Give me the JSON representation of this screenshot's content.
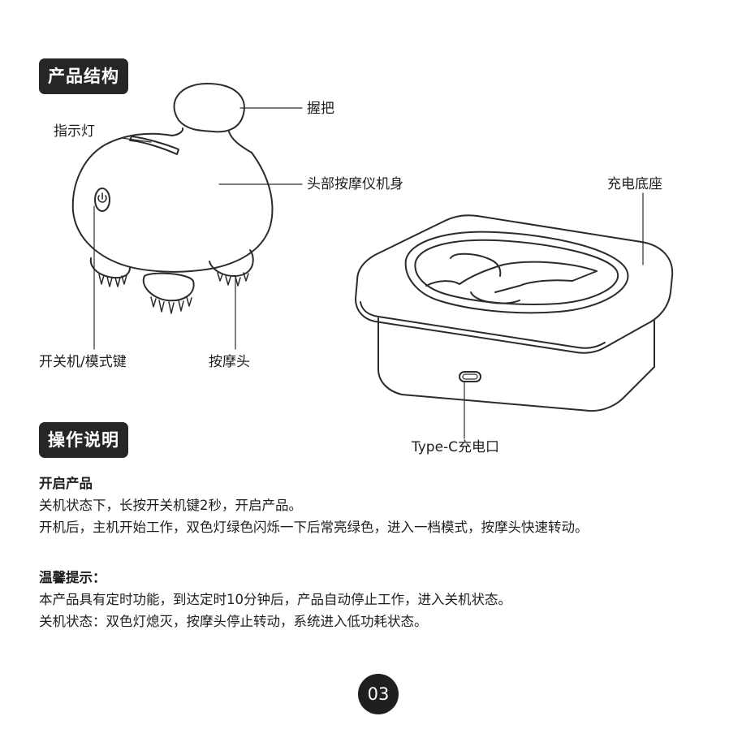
{
  "sections": {
    "structure_title": "产品结构",
    "operation_title": "操作说明"
  },
  "labels": {
    "grip": "握把",
    "indicator": "指示灯",
    "body": "头部按摩仪机身",
    "base": "充电底座",
    "power_button": "开关机/模式键",
    "massage_head": "按摩头",
    "typec_port": "Type-C充电口"
  },
  "instructions": {
    "start_heading": "开启产品",
    "start_lines": [
      "关机状态下，长按开关机键2秒，开启产品。",
      "开机后，主机开始工作，双色灯绿色闪烁一下后常亮绿色，进入一档模式，按摩头快速转动。"
    ],
    "tips_heading": "温馨提示：",
    "tips_lines": [
      "本产品具有定时功能，到达定时10分钟后，产品自动停止工作，进入关机状态。",
      "关机状态：双色灯熄灭，按摩头停止转动，系统进入低功耗状态。"
    ]
  },
  "page_number": "03",
  "colors": {
    "badge": "#262626",
    "line": "#2b2b2b"
  }
}
